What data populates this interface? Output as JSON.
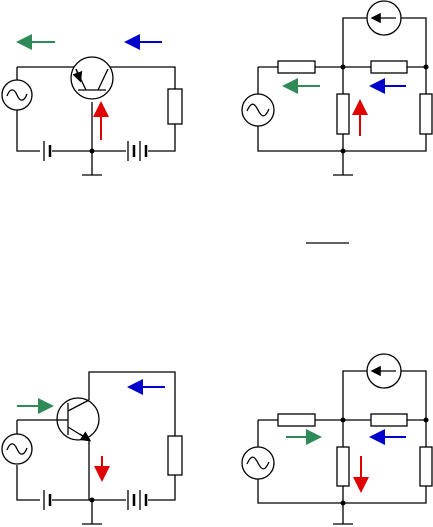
{
  "figure": {
    "colors": {
      "wire": "#000000",
      "arrow_green": "#2e8b57",
      "arrow_blue": "#0000cc",
      "arrow_red": "#e00000"
    },
    "circuits": [
      {
        "id": "top-left",
        "kind": "pnp-transistor-common-base"
      },
      {
        "id": "top-right",
        "kind": "equivalent-network"
      },
      {
        "id": "bottom-left",
        "kind": "npn-transistor-common-base"
      },
      {
        "id": "bottom-right",
        "kind": "equivalent-network"
      }
    ]
  }
}
